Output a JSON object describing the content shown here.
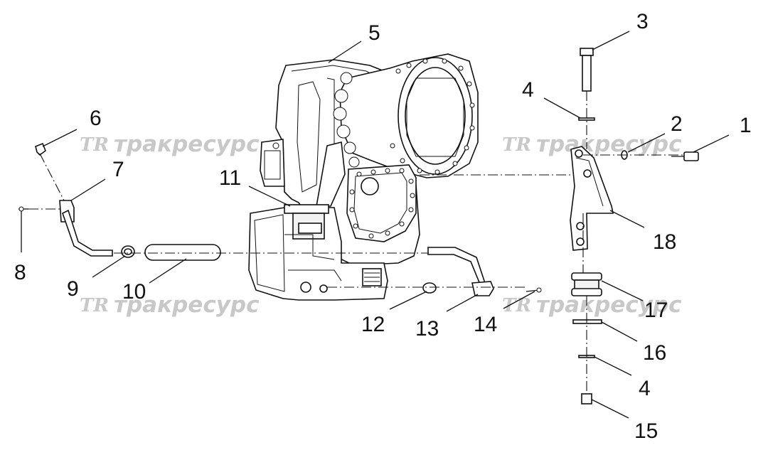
{
  "watermark": {
    "logo": "TR",
    "text": "тракресурс"
  },
  "callouts": [
    "1",
    "2",
    "3",
    "4",
    "5",
    "6",
    "7",
    "8",
    "9",
    "10",
    "11",
    "12",
    "13",
    "14",
    "15",
    "16",
    "17",
    "18",
    "4"
  ]
}
